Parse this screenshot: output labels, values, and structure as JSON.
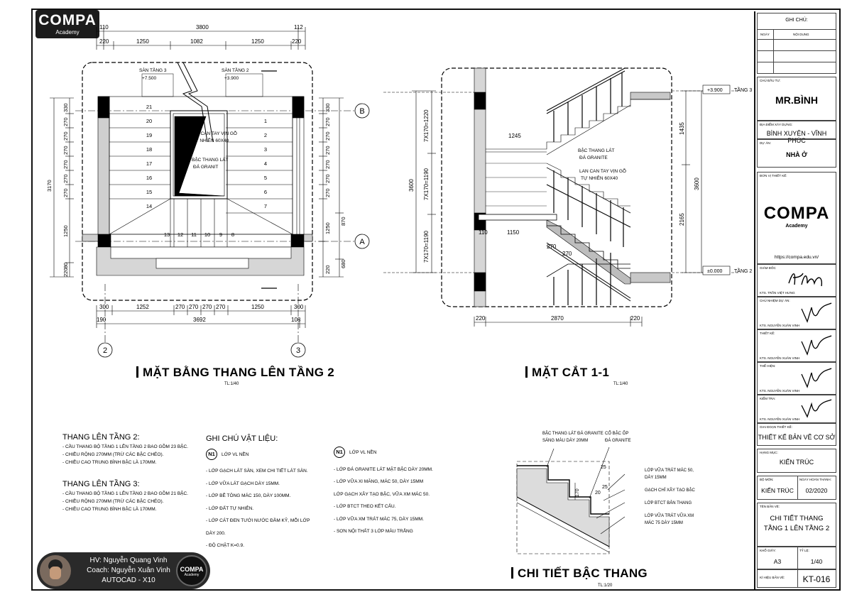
{
  "brand": {
    "name": "COMPA",
    "sub": "Academy"
  },
  "plan": {
    "title": "MẶT BẰNG THANG LÊN TẦNG 2",
    "scale": "TL:1/40",
    "dims_top_row1": [
      "110",
      "3800",
      "112"
    ],
    "dims_top_row2": [
      "220",
      "1250",
      "1082",
      "1250",
      "220"
    ],
    "dims_bottom_row1": [
      "300",
      "1252",
      "270",
      "270",
      "270",
      "270",
      "1250",
      "300"
    ],
    "dims_bottom_row2": [
      "190",
      "3692",
      "108"
    ],
    "left_dims": [
      "330",
      "270",
      "270",
      "270",
      "270",
      "270",
      "270",
      "1250",
      "80",
      "220"
    ],
    "left_total": "3170",
    "right_dims": [
      "330",
      "270",
      "270",
      "270",
      "270",
      "270",
      "270",
      "870",
      "1250",
      "680",
      "220"
    ],
    "steps_left": [
      "21",
      "20",
      "19",
      "18",
      "17",
      "16",
      "15",
      "14"
    ],
    "steps_right": [
      "1",
      "2",
      "3",
      "4",
      "5",
      "6",
      "7"
    ],
    "steps_bottom": [
      "13",
      "12",
      "11",
      "10",
      "9",
      "8"
    ],
    "floor3_label": "SÀN TẦNG 3",
    "floor3_level": "+7.500",
    "floor2_label": "SÀN TẦNG 2",
    "floor2_level": "+3.900",
    "note_railing": [
      "LAN CAN TAY VỊN GỖ",
      "TỰ NHIÊN 60X40"
    ],
    "note_tread": [
      "BẬC THANG LÁT",
      "ĐÁ GRANIT"
    ],
    "axis_b": "B",
    "axis_a": "A",
    "axis_2": "2",
    "axis_3": "3"
  },
  "section": {
    "title": "MẶT CẮT 1-1",
    "scale": "TL:1/40",
    "level_top": "+3.900",
    "floor_top": "TẦNG 3",
    "level_bottom": "±0.000",
    "floor_bottom": "TẦNG 2",
    "dim_upper": "7X170=1220",
    "dim_mid": "7X170=1190",
    "dim_low": "7X170=1190",
    "dim_total": "3600",
    "dim_right_total": "3600",
    "dim_right_upper": "1435",
    "dim_right_lower": "2165",
    "dim_landing_upper": "1245",
    "dim_landing_lower": "1150",
    "dim_step_a": "270",
    "dim_step_b": "270",
    "dim_wall": "110",
    "dims_bottom": [
      "220",
      "2870",
      "220"
    ],
    "note_tread": [
      "BẬC THANG LÁT",
      "ĐÁ GRANITE"
    ],
    "note_railing": [
      "LAN CAN TAY VỊN GỖ",
      "TỰ NHIÊN 60X40"
    ]
  },
  "detail": {
    "title": "CHI TIẾT BẬC THANG",
    "scale": "TL:1/20",
    "note_top1": [
      "BẬC THANG LÁT ĐÁ GRANITE",
      "SÁNG MÀU DÀY 20MM"
    ],
    "note_top2": [
      "CỔ BẬC ỐP",
      "ĐÁ GRANITE"
    ],
    "notes_right": [
      "LỚP VỮA TRÁT MÁC 50,",
      "DÀY 15MM",
      "GẠCH CHỈ XÂY TẠO BẬC",
      "LỚP BTCT BẢN THANG",
      "LỚP VỮA TRÁT VỮA XM",
      "MÁC 75 DÀY 15MM"
    ],
    "dim_25a": "25",
    "dim_25b": "25",
    "dim_170": "170",
    "dim_20": "20"
  },
  "notes": {
    "t2_title": "THANG LÊN TẦNG 2:",
    "t2_lines": [
      "- CẦU THANG BỘ TẦNG 1 LÊN TẦNG 2 BAO GỒM 23 BẬC.",
      "- CHIỀU RỘNG 270MM (TRỪ CÁC BẬC CHÉO).",
      "- CHIỀU CAO TRUNG BÌNH BẬC LÀ 170MM."
    ],
    "t3_title": "THANG LÊN TẦNG 3:",
    "t3_lines": [
      "- CẦU THANG BỘ TẦNG 1 LÊN TẦNG 2 BAO GỒM 21 BẬC.",
      "- CHIỀU RỘNG 270MM (TRỪ CÁC BẬC CHÉO).",
      "- CHIỀU CAO TRUNG BÌNH BẬC LÀ 170MM."
    ]
  },
  "materials": {
    "title": "GHI CHÚ VẬT LIỆU:",
    "n1_a_tag": "N1",
    "n1_a_label": "LỚP VL NỀN",
    "n1_a_lines": [
      "- LỚP GẠCH LÁT SÀN, XEM CHI TIẾT LÁT SÀN.",
      "- LỚP VỮA LÁT GẠCH DÀY 15MM.",
      "- LỚP BÊ TÔNG MÁC 150, DÀY 100MM.",
      "- LỚP ĐẤT TỰ NHIÊN.",
      "- LỚP CÁT ĐEN TƯỚI NƯỚC ĐẦM KỸ, MỖI LỚP",
      "DÀY 200.",
      "- ĐỘ CHẶT K=0.9."
    ],
    "n1_b_tag": "N1",
    "n1_b_label": "LỚP VL NỀN",
    "n1_b_lines": [
      "- LỚP ĐÁ GRANITE LÁT MẶT BẬC DÀY 20MM.",
      "- LỚP VỮA XI MĂNG, MÁC 50, DÀY 15MM",
      "LỚP GẠCH XÂY TẠO BẬC, VỮA XM MÁC 50.",
      "- LỚP BTCT THEO KẾT CẤU.",
      "- LỚP VỮA XM TRÁT MÁC 75, DÀY 15MM.",
      "- SƠN NỘI THẤT 3 LỚP MÀU TRẮNG"
    ]
  },
  "student": {
    "line1": "HV: Nguyễn Quang Vinh",
    "line2": "Coach: Nguyễn Xuân Vinh",
    "line3": "AUTOCAD - X10",
    "logo": "COMPA",
    "logo_sub": "Academy"
  },
  "titleblock": {
    "ghi_chu": "GHI CHÚ:",
    "ngay": "NGÀY",
    "noi_dung": "NỘI DUNG",
    "chu_dau_tu_label": "CHỦ ĐẦU TƯ:",
    "chu_dau_tu": "MR.BÌNH",
    "dia_diem_label": "ĐỊA ĐIỂM XÂY DỰNG:",
    "dia_diem": "BÌNH XUYÊN - VĨNH PHÚC",
    "du_an_label": "DỰ ÁN:",
    "du_an": "NHÀ Ở",
    "don_vi_label": "ĐƠN VỊ THIẾT KẾ:",
    "logo": "COMPA",
    "logo_sub": "Academy",
    "url": "https://compa.edu.vn/",
    "giam_doc_label": "GIÁM ĐỐC",
    "giam_doc": "KTS. TRẦN VIỆT HƯNG",
    "chu_nhiem_label": "CHỦ NHIỆM DỰ ÁN:",
    "chu_nhiem": "KTS. NGUYỄN XUÂN VINH",
    "thiet_ke_label": "THIẾT KẾ:",
    "thiet_ke": "KTS. NGUYỄN XUÂN VINH",
    "the_hien_label": "THỂ HIỆN:",
    "the_hien": "KTS. NGUYỄN XUÂN VINH",
    "kiem_tra_label": "KIỂM TRA:",
    "kiem_tra": "KTS. NGUYỄN XUÂN VINH",
    "giai_doan_label": "GIAI ĐOẠN THIẾT KẾ:",
    "giai_doan": "THIẾT KẾ BẢN VẼ CƠ SỞ",
    "hang_muc_label": "HẠNG MỤC:",
    "hang_muc": "KIẾN TRÚC",
    "bo_mon_label": "BỘ MÔN:",
    "bo_mon": "KIẾN TRÚC",
    "ngay_ht_label": "NGÀY HOÀN THÀNH:",
    "ngay_ht": "02/2020",
    "ten_ban_ve_label": "TÊN BẢN VẼ:",
    "ten_ban_ve1": "CHI TIẾT THANG",
    "ten_ban_ve2": "TẦNG 1 LÊN TẦNG 2",
    "kho_giay_label": "KHỔ GIẤY:",
    "kho_giay": "A3",
    "ty_le_label": "TỶ LỆ:",
    "ty_le": "1/40",
    "ki_hieu_label": "KÍ HIỆU BẢN VẼ:",
    "ki_hieu": "KT-016"
  }
}
